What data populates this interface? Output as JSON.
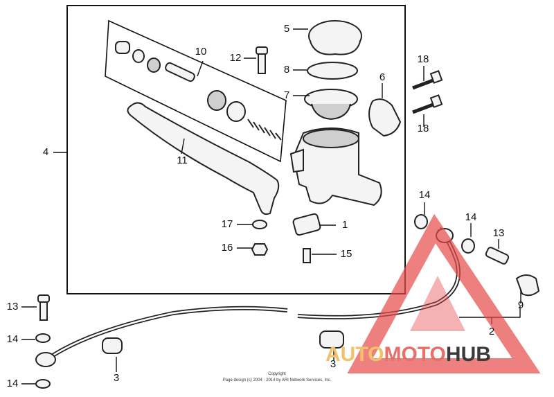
{
  "diagram": {
    "callouts": {
      "c1": "1",
      "c2": "2",
      "c3a": "3",
      "c3b": "3",
      "c4": "4",
      "c5": "5",
      "c6": "6",
      "c7": "7",
      "c8": "8",
      "c9": "9",
      "c10": "10",
      "c11": "11",
      "c12": "12",
      "c13a": "13",
      "c13b": "13",
      "c14a": "14",
      "c14b": "14",
      "c14c": "14",
      "c14d": "14",
      "c15": "15",
      "c16": "16",
      "c17": "17",
      "c18a": "18",
      "c18b": "18"
    },
    "copyright": {
      "line1": "Copyright",
      "line2": "Page design (c) 2004 - 2014 by ARI Network Services, Inc."
    }
  },
  "watermark": {
    "part1": "AUTO",
    "part2": "MOTO",
    "part3": "HUB",
    "colors": {
      "auto": "#f2c26b",
      "moto": "#e8706a",
      "hub": "#3a3a3a",
      "triangle": "#e84a4a"
    }
  }
}
